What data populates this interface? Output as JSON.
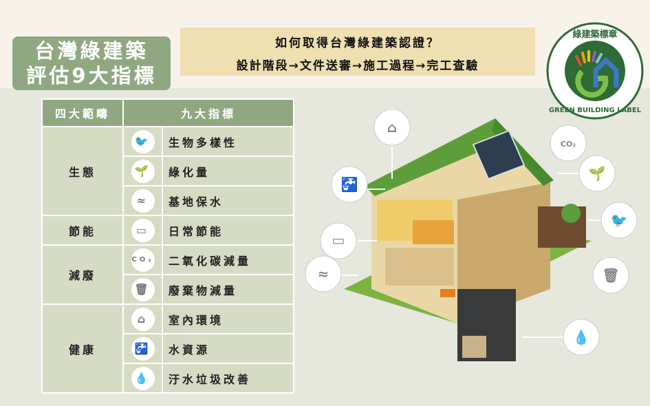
{
  "title": {
    "line1": "台灣綠建築",
    "line2": "評估9大指標"
  },
  "banner": {
    "question": "如何取得台灣綠建築認證？",
    "steps": "設計階段→文件送審→施工過程→完工查驗"
  },
  "logo": {
    "zh": "綠建築標章",
    "en": "GREEN BUILDING LABEL"
  },
  "table": {
    "headers": [
      "四大範疇",
      "九大指標"
    ],
    "categories": [
      {
        "name": "生態",
        "items": [
          {
            "icon": "bird-icon",
            "label": "生物多樣性"
          },
          {
            "icon": "plant-hand-icon",
            "label": "綠化量"
          },
          {
            "icon": "water-soil-icon",
            "label": "基地保水"
          }
        ]
      },
      {
        "name": "節能",
        "items": [
          {
            "icon": "air-conditioner-icon",
            "label": "日常節能"
          }
        ]
      },
      {
        "name": "減廢",
        "items": [
          {
            "icon": "co2-cloud-icon",
            "label": "二氧化碳減量"
          },
          {
            "icon": "trash-icon",
            "label": "廢棄物減量"
          }
        ]
      },
      {
        "name": "健康",
        "items": [
          {
            "icon": "home-icon",
            "label": "室內環境"
          },
          {
            "icon": "faucet-icon",
            "label": "水資源"
          },
          {
            "icon": "water-drops-icon",
            "label": "汙水垃圾改善"
          }
        ]
      }
    ]
  },
  "colors": {
    "title_bg": "#8fa882",
    "banner_bg": "#efdfb1",
    "table_cell": "#d6dcc4",
    "logo_green": "#2e6b35"
  }
}
